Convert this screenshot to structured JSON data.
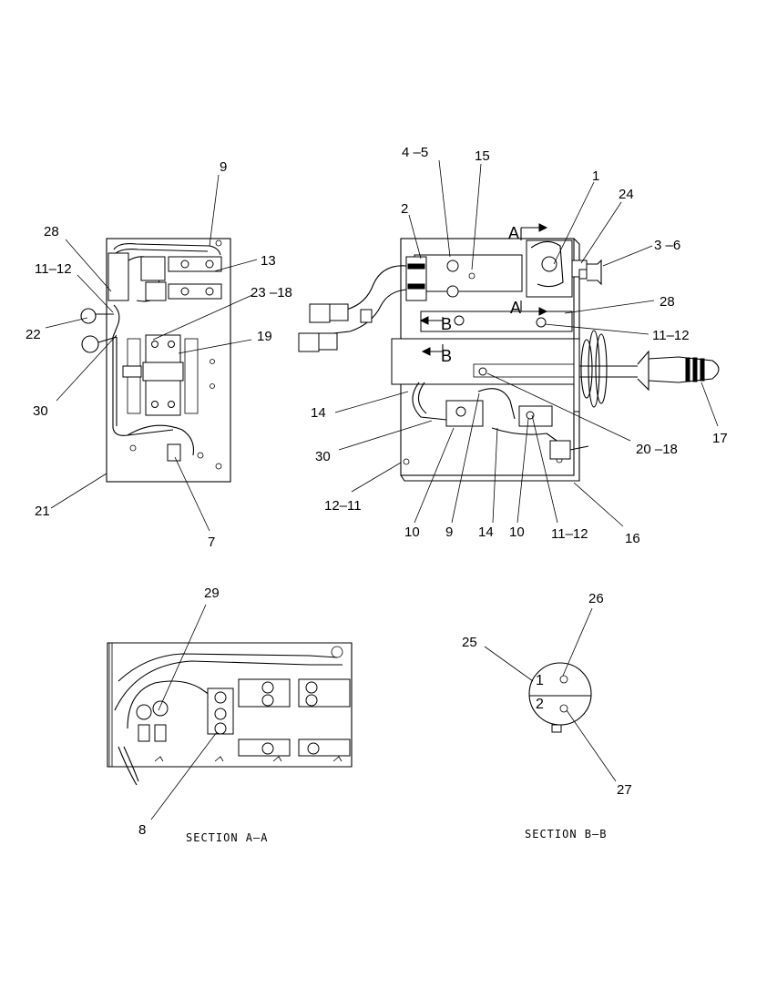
{
  "labels": {
    "l9a": "9",
    "l28a": "28",
    "l11_12a": "11–12",
    "l13": "13",
    "l23_18": "23 –18",
    "l19": "19",
    "l22": "22",
    "l30a": "30",
    "l21": "21",
    "l7": "7",
    "l4_5": "4 –5",
    "l15": "15",
    "l1": "1",
    "l24": "24",
    "l2": "2",
    "l3_6": "3 –6",
    "l28b": "28",
    "l11_12b": "11–12",
    "l14a": "14",
    "l17": "17",
    "l30b": "30",
    "l20_18": "20 –18",
    "l12_11": "12–11",
    "l10a": "10",
    "l9b": "9",
    "l14b": "14",
    "l10b": "10",
    "l11_12c": "11–12",
    "l16": "16",
    "l29": "29",
    "l8": "8",
    "l25": "25",
    "l26": "26",
    "l27": "27",
    "secA_letter_top": "A",
    "secA_letter_bot": "A",
    "secB_letter_top": "B",
    "secB_letter_bot": "B",
    "pin1": "1",
    "pin2": "2"
  },
  "captions": {
    "section_aa": "SECTION  A–A",
    "section_bb": "SECTION  B–B"
  }
}
